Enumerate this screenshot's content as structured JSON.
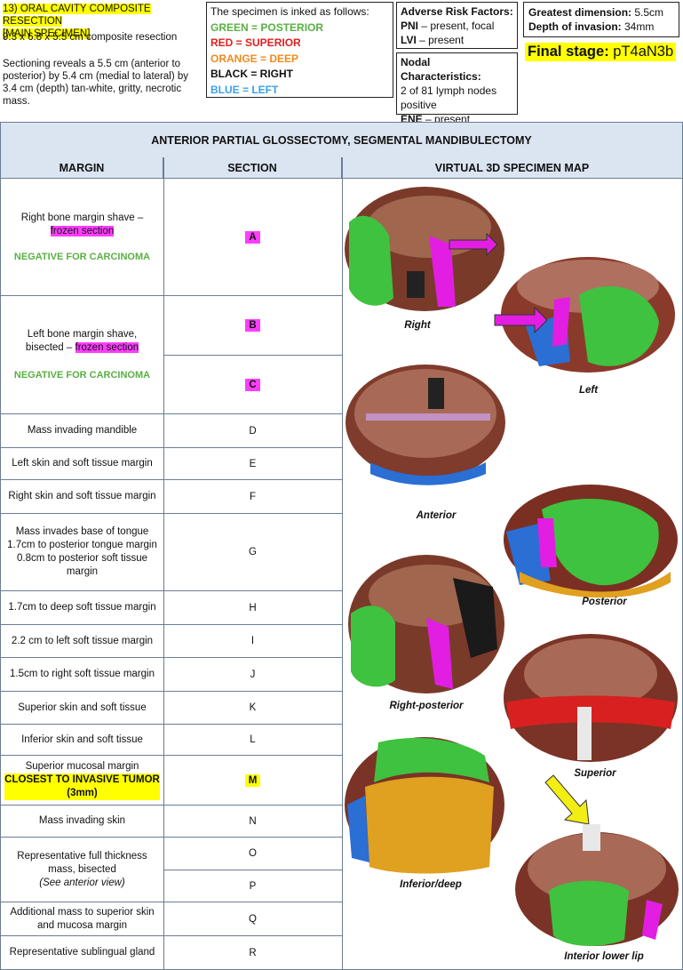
{
  "header": {
    "title_line1": "13)  ORAL CAVITY COMPOSITE RESECTION",
    "title_line2": "[MAIN SPECIMEN]",
    "size": "9.3 x 6.8 x 5.5 cm composite resection",
    "description": "Sectioning reveals a 5.5 cm (anterior to posterior) by 5.4 cm (medial to lateral) by 3.4 cm (depth) tan-white, gritty, necrotic mass."
  },
  "ink": {
    "heading": "The specimen is inked as follows:",
    "items": [
      {
        "text": "GREEN = POSTERIOR",
        "color": "#59b043"
      },
      {
        "text": "RED = SUPERIOR",
        "color": "#e02020"
      },
      {
        "text": "ORANGE = DEEP",
        "color": "#f08a1e"
      },
      {
        "text": "BLACK = RIGHT",
        "color": "#111111"
      },
      {
        "text": "BLUE = LEFT",
        "color": "#3aa0e8"
      }
    ]
  },
  "risk": {
    "heading": "Adverse Risk Factors:",
    "pni_label": "PNI",
    "pni_value": " – present, focal",
    "lvi_label": "LVI",
    "lvi_value": " – present"
  },
  "nodal": {
    "heading": "Nodal Characteristics:",
    "text": "2 of 81 lymph nodes positive",
    "ene_label": "ENE",
    "ene_value": " – present"
  },
  "dimensions": {
    "greatest_label": "Greatest dimension:",
    "greatest_value": " 5.5cm",
    "depth_label": "Depth of invasion:",
    "depth_value": " 34mm"
  },
  "final_stage": {
    "label": "Final stage:",
    "value": " pT4aN3b"
  },
  "table": {
    "title": "ANTERIOR PARTIAL GLOSSECTOMY, SEGMENTAL MANDIBULECTOMY",
    "col_margin": "MARGIN",
    "col_section": "SECTION",
    "col_map": "VIRTUAL 3D SPECIMEN MAP",
    "right_bone": {
      "text": "Right bone margin shave –",
      "frozen": "frozen section",
      "result": "NEGATIVE FOR CARCINOMA"
    },
    "left_bone": {
      "text1": "Left bone margin shave,",
      "text2": "bisected –",
      "frozen": "frozen section",
      "result": "NEGATIVE FOR CARCINOMA"
    },
    "rows": [
      {
        "margin": "Mass invading mandible",
        "section": "D"
      },
      {
        "margin": "Left skin and soft tissue margin",
        "section": "E"
      },
      {
        "margin": "Right skin and soft tissue margin",
        "section": "F"
      },
      {
        "margin": "Mass invades base of tongue 1.7cm to posterior tongue margin 0.8cm to posterior soft tissue margin",
        "section": "G"
      },
      {
        "margin": "1.7cm to deep soft tissue margin",
        "section": "H"
      },
      {
        "margin": "2.2 cm to left soft tissue margin",
        "section": "I"
      },
      {
        "margin": "1.5cm to right soft tissue margin",
        "section": "J"
      },
      {
        "margin": "Superior skin and soft tissue",
        "section": "K"
      },
      {
        "margin": "Inferior skin and soft tissue",
        "section": "L"
      }
    ],
    "section_a": "A",
    "section_b": "B",
    "section_c": "C",
    "row_m": {
      "text": "Superior mucosal margin",
      "closest": "CLOSEST TO INVASIVE TUMOR (3mm)",
      "section": "M"
    },
    "row_n": {
      "margin": "Mass invading skin",
      "section": "N"
    },
    "row_op": {
      "text1": "Representative full thickness mass, bisected",
      "text2": "(See anterior view)",
      "section_o": "O",
      "section_p": "P"
    },
    "row_q": {
      "margin": "Additional mass to superior skin and mucosa margin",
      "section": "Q"
    },
    "row_r": {
      "margin": "Representative sublingual gland",
      "section": "R"
    }
  },
  "map": {
    "views": [
      "Right",
      "Left",
      "Anterior",
      "Posterior",
      "Right-posterior",
      "Superior",
      "Inferior/deep",
      "Interior lower lip"
    ]
  }
}
